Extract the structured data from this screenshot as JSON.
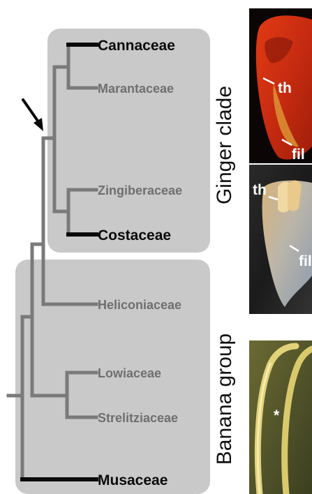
{
  "colors": {
    "background": "#ffffff",
    "clade_box": "#c9c9c9",
    "branch_gray": "#7a7a7a",
    "branch_black": "#0a0a0a",
    "label_gray": "#6f6f6f",
    "label_black": "#0a0a0a"
  },
  "groups": {
    "ginger": {
      "label": "Ginger clade"
    },
    "banana": {
      "label": "Banana group"
    }
  },
  "taxa": [
    {
      "id": "cannaceae",
      "label": "Cannaceae",
      "emphasis": true
    },
    {
      "id": "marantaceae",
      "label": "Marantaceae",
      "emphasis": false
    },
    {
      "id": "zingiberaceae",
      "label": "Zingiberaceae",
      "emphasis": false
    },
    {
      "id": "costaceae",
      "label": "Costaceae",
      "emphasis": true
    },
    {
      "id": "heliconiaceae",
      "label": "Heliconiaceae",
      "emphasis": false
    },
    {
      "id": "lowiaceae",
      "label": "Lowiaceae",
      "emphasis": false
    },
    {
      "id": "strelitziaceae",
      "label": "Strelitziaceae",
      "emphasis": false
    },
    {
      "id": "musaceae",
      "label": "Musaceae",
      "emphasis": true
    }
  ],
  "photos": {
    "top": {
      "labels": {
        "th": "th",
        "fil": "fil"
      }
    },
    "middle": {
      "labels": {
        "th": "th",
        "fil": "fil"
      }
    },
    "bottom": {
      "labels": {
        "star": "*"
      }
    }
  },
  "icons": {
    "arrow": "arrow-icon"
  }
}
